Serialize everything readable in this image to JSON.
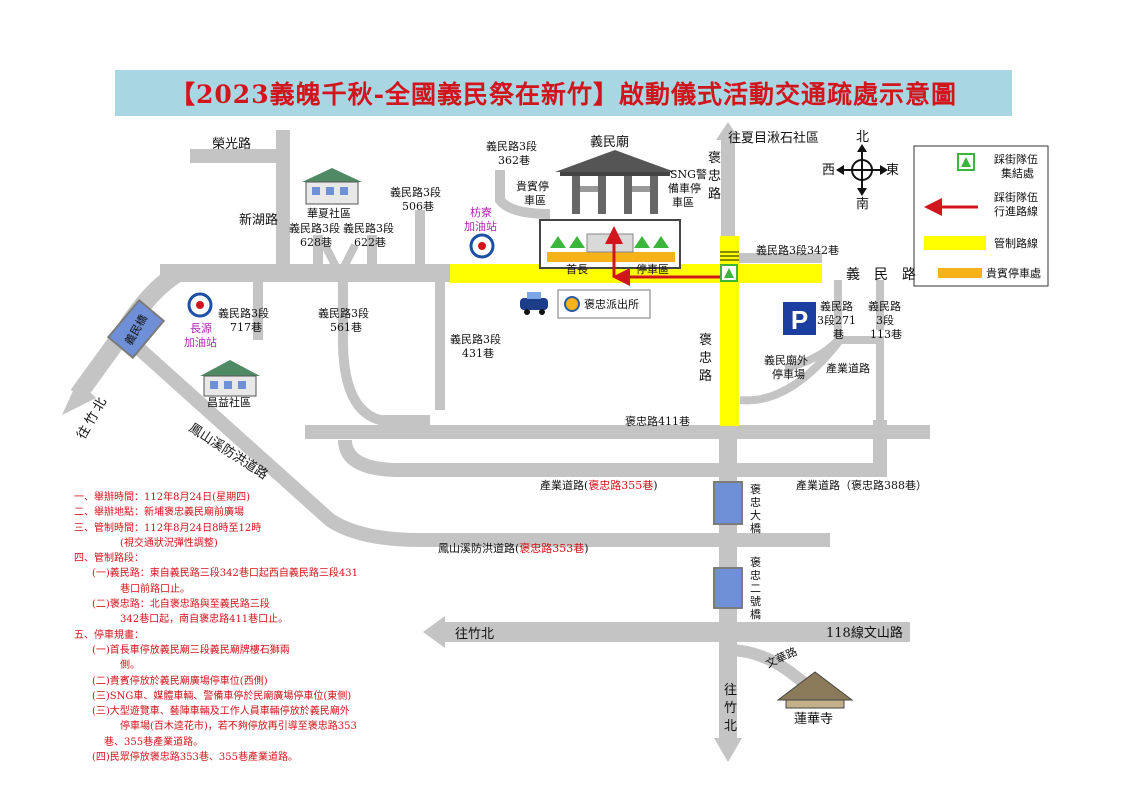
{
  "title": "【2023義魄千秋-全國義民祭在新竹】啟動儀式活動交通疏處示意圖",
  "compass": {
    "north": "北",
    "south": "南",
    "east": "東",
    "west": "西"
  },
  "legend": {
    "gathering": [
      "踩街隊伍",
      "集結處"
    ],
    "route": [
      "踩街隊伍",
      "行進路線"
    ],
    "control": "管制路線",
    "vip_parking": "貴賓停車處"
  },
  "roads": {
    "rongguang": "榮光路",
    "xinhu": "新湖路",
    "yimin_362": [
      "義民路3段",
      "362巷"
    ],
    "yimin_506": [
      "義民路3段",
      "506巷"
    ],
    "yimin_628": [
      "義民路3段",
      "628巷"
    ],
    "yimin_622": [
      "義民路3段",
      "622巷"
    ],
    "yimin_342": "義民路3段342巷",
    "yimin_road": "義　民　路",
    "yimin_717": [
      "義民路3段",
      "717巷"
    ],
    "yimin_561": [
      "義民路3段",
      "561巷"
    ],
    "yimin_431": [
      "義民路3段",
      "431巷"
    ],
    "yimin_271": [
      "義民路",
      "3段271",
      "巷"
    ],
    "yimin_113": [
      "義民路",
      "3段",
      "113巷"
    ],
    "baozhong_top": [
      "褒",
      "忠",
      "路"
    ],
    "baozhong_mid": [
      "褒",
      "忠",
      "路"
    ],
    "baozhong_411": "褒忠路411巷",
    "industry_road": "產業道路",
    "industry_355_a": "產業道路(",
    "industry_355_b": "褒忠路355巷",
    "industry_355_c": ")",
    "industry_388": "產業道路（褒忠路388巷）",
    "fengshan_1": "鳳山溪防洪道路",
    "fengshan_353_a": "鳳山溪防洪道路(",
    "fengshan_353_b": "褒忠路353巷",
    "fengshan_353_c": ")",
    "to_zhubei_left": [
      "往",
      "竹",
      "北"
    ],
    "to_zhubei_bottom_left": "往竹北",
    "to_zhubei_bottom": [
      "往",
      "竹",
      "北"
    ],
    "to_xiamu": "往夏目湫石社區",
    "route118": "118線文山路",
    "wenhua": "文華路",
    "baozhong_bridge": [
      "褒",
      "忠",
      "大",
      "橋"
    ],
    "baozhong_bridge2": [
      "褒",
      "忠",
      "二",
      "號",
      "橋"
    ],
    "yimin_bridge": "義民橋"
  },
  "places": {
    "temple": "義民廟",
    "vip_parking_area": [
      "貴賓停",
      "車區"
    ],
    "sng_parking": [
      "SNG警",
      "備車停",
      "車區"
    ],
    "chief_parking_a": "首長",
    "chief_parking_b": "停車區",
    "huaxia": "華夏社區",
    "changyi": "昌益社區",
    "fangliao_gas": [
      "枋寮",
      "加油站"
    ],
    "changyuan_gas": [
      "長源",
      "加油站"
    ],
    "police": "褒忠派出所",
    "outer_parking": [
      "義民廟外",
      "停車場"
    ],
    "lianhua_temple": "蓮華寺",
    "parking_sign": "P"
  },
  "notes": [
    {
      "text": "一、舉辦時間：112年8月24日(星期四)",
      "cls": ""
    },
    {
      "text": "二、舉辦地點：新埔褒忠義民廟前廣場",
      "cls": ""
    },
    {
      "text": "三、管制時間：112年8月24日8時至12時",
      "cls": ""
    },
    {
      "text": "(視交通狀況彈性調整)",
      "cls": "i2"
    },
    {
      "text": "四、管制路段：",
      "cls": ""
    },
    {
      "text": "(一)義民路：東自義民路三段342巷口起西自義民路三段431",
      "cls": "i1"
    },
    {
      "text": "巷口前路口止。",
      "cls": "i2"
    },
    {
      "text": "(二)褒忠路：北自褒忠路與至義民路三段",
      "cls": "i1"
    },
    {
      "text": "342巷口起，南自褒忠路411巷口止。",
      "cls": "i2"
    },
    {
      "text": "五、停車規畫：",
      "cls": ""
    },
    {
      "text": "(一)首長車停放義民廟三段義民廟牌樓石獅兩",
      "cls": "i1"
    },
    {
      "text": "側。",
      "cls": "i2"
    },
    {
      "text": "(二)貴賓停放於義民廟廣場停車位(西側)",
      "cls": "i1"
    },
    {
      "text": "(三)SNG車、媒體車輛、警備車停於民廟廣場停車位(東側)",
      "cls": "i1"
    },
    {
      "text": "(三)大型遊覽車、藝陣車輛及工作人員車輛停放於義民廟外",
      "cls": "i1"
    },
    {
      "text": "停車場(百木逵花市)，若不夠停放再引導至褒忠路353",
      "cls": "i2"
    },
    {
      "text": "巷、355巷產業道路。",
      "cls": "i3"
    },
    {
      "text": "(四)民眾停放褒忠路353巷、355巷產業道路。",
      "cls": "i4"
    }
  ],
  "colors": {
    "road": "#c4c4c4",
    "control": "#ffff00",
    "vip": "#f6b21a",
    "route": "#d2151c",
    "title_bg": "#a8d7e3",
    "title": "#d2151c",
    "gather": "#3cb53c"
  }
}
